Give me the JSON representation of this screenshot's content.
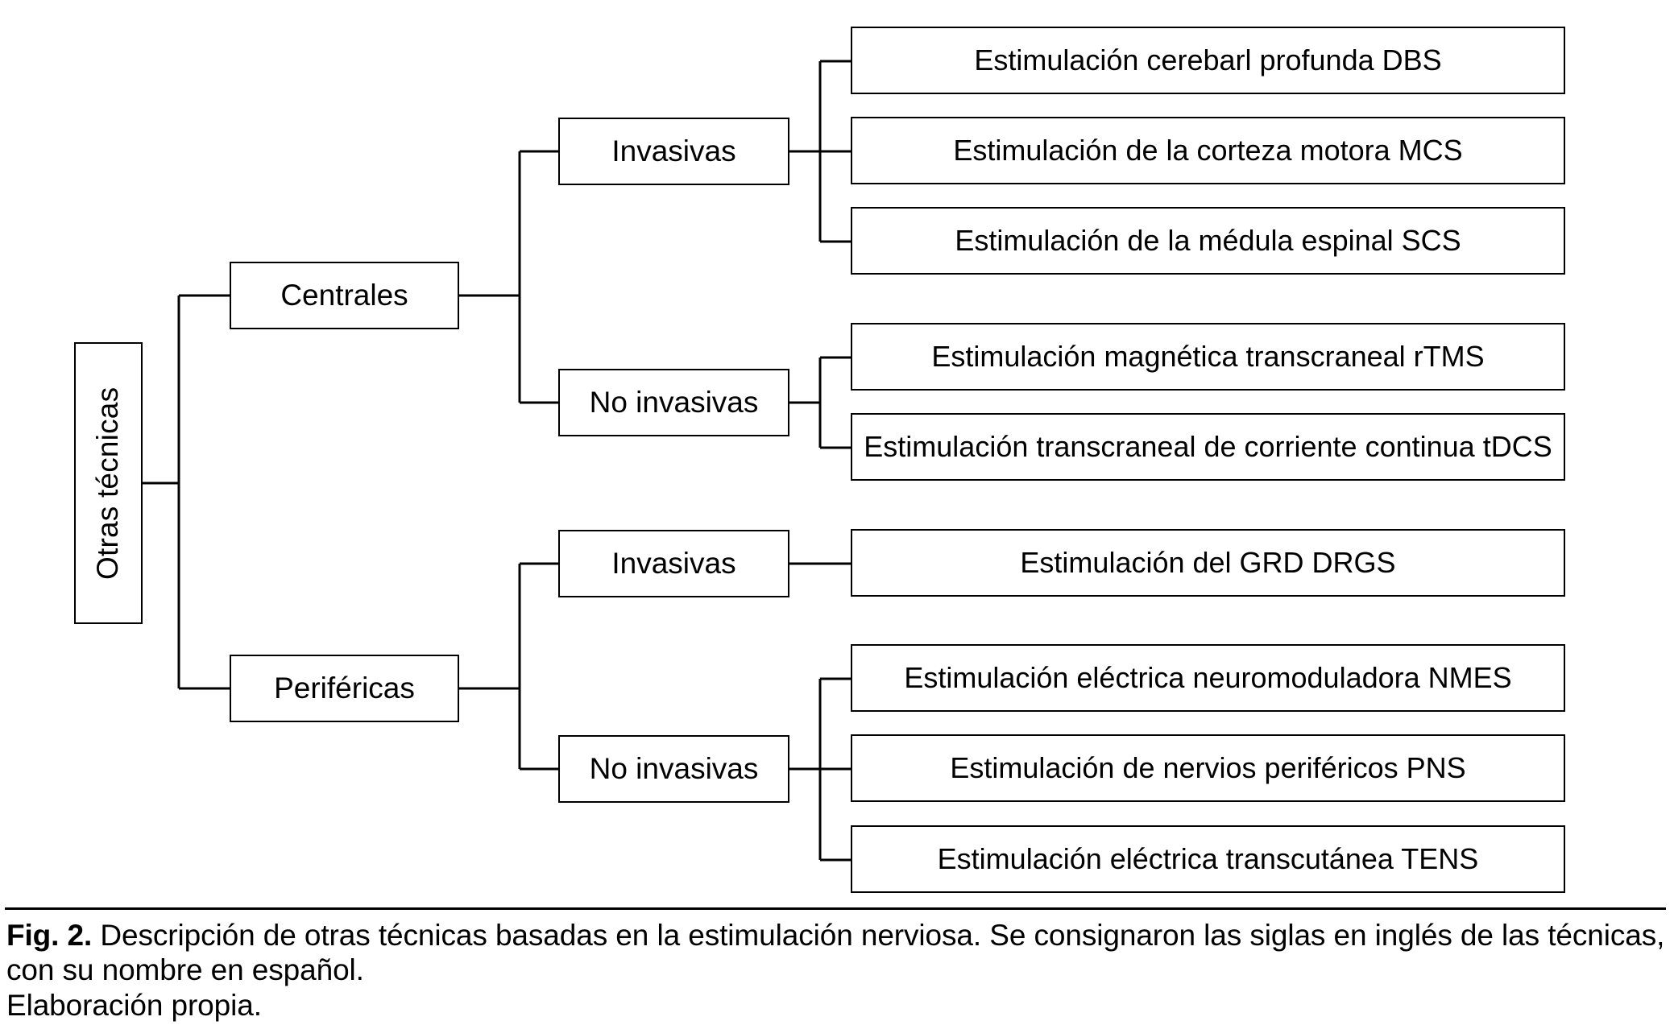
{
  "figure": {
    "root": {
      "label": "Otras técnicas"
    },
    "branches": [
      {
        "label": "Centrales",
        "groups": [
          {
            "label": "Invasivas",
            "items": [
              {
                "label": "Estimulación cerebarl profunda DBS"
              },
              {
                "label": "Estimulación de la corteza motora MCS"
              },
              {
                "label": "Estimulación de la médula espinal SCS"
              }
            ]
          },
          {
            "label": "No invasivas",
            "items": [
              {
                "label": "Estimulación magnética transcraneal rTMS"
              },
              {
                "label": "Estimulación transcraneal de corriente continua tDCS"
              }
            ]
          }
        ]
      },
      {
        "label": "Periféricas",
        "groups": [
          {
            "label": "Invasivas",
            "items": [
              {
                "label": "Estimulación del GRD DRGS"
              }
            ]
          },
          {
            "label": "No invasivas",
            "items": [
              {
                "label": "Estimulación eléctrica neuromoduladora NMES"
              },
              {
                "label": "Estimulación de nervios periféricos PNS"
              },
              {
                "label": "Estimulación eléctrica transcutánea TENS"
              }
            ]
          }
        ]
      }
    ]
  },
  "caption": {
    "figure_label": "Fig. 2.",
    "line1": " Descripción de otras técnicas basadas en la estimulación nerviosa. Se consignaron las siglas en inglés de las técnicas, con su nombre en español.",
    "line2": "Elaboración propia."
  },
  "style": {
    "line_color": "#000000",
    "background": "#ffffff"
  }
}
